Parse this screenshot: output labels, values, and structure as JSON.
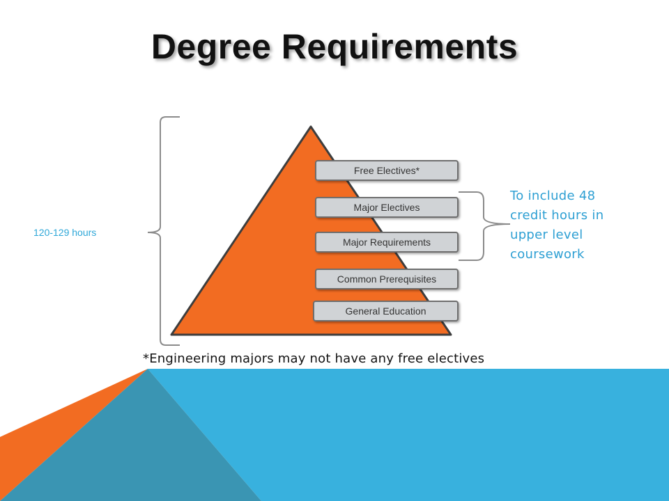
{
  "title": "Degree Requirements",
  "pyramid": {
    "tiers": [
      {
        "label": "Free Electives*"
      },
      {
        "label": "Major Electives"
      },
      {
        "label": "Major Requirements"
      },
      {
        "label": "Common Prerequisites"
      },
      {
        "label": "General Education"
      }
    ]
  },
  "total_hours_label": "120-129 hours",
  "upper_level_note": "To include 48 credit hours in upper level coursework",
  "footnote": "*Engineering majors may not have any free electives",
  "colors": {
    "pyramid": "#f26c22",
    "accent_blue": "#38b1de",
    "dark_blue": "#3a95b3",
    "text_blue": "#2da7d8"
  }
}
